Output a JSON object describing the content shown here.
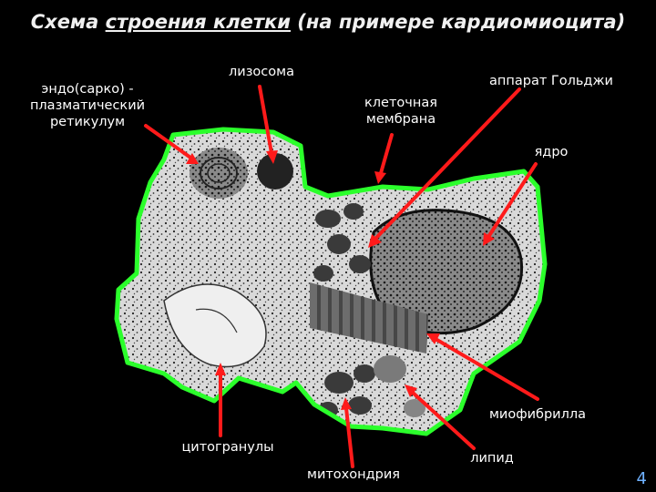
{
  "title": {
    "part1": "Схема ",
    "part2": "строения клетки",
    "part3": " (на примере кардиомиоцита)"
  },
  "labels": {
    "er_line1": "эндо(сарко) -",
    "er_line2": "плазматический",
    "er_line3": "ретикулум",
    "lysosome": "лизосома",
    "membrane_line1": "клеточная",
    "membrane_line2": "мембрана",
    "golgi": "аппарат Гольджи",
    "nucleus": "ядро",
    "myofibril": "миофибрилла",
    "cytogranules": "цитогранулы",
    "mitochondrion": "митохондрия",
    "lipid": "липид"
  },
  "page_number": "4",
  "colors": {
    "outline": "#2bff2b",
    "arrow": "#ff1a1a",
    "background": "#000000",
    "text": "#ffffff",
    "page_number": "#6fb2ff"
  }
}
